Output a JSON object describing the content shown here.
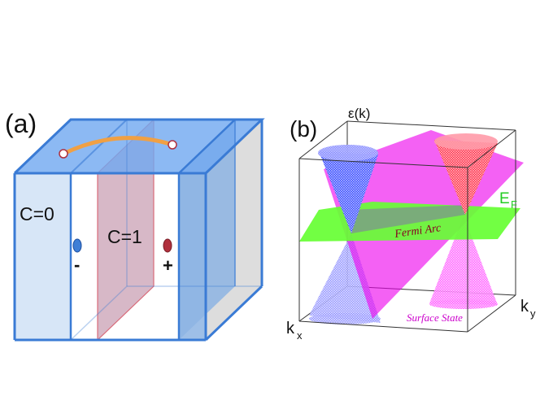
{
  "panel_a": {
    "label": "(a)",
    "left_plane_label": "C=0",
    "middle_plane_label": "C=1",
    "minus_sign": "-",
    "plus_sign": "+",
    "colors": {
      "box_edge": "#3a7bd5",
      "top_face": "#6fa8f0",
      "left_plane": "#d3e3f6",
      "middle_plane": "#c9a0b4",
      "right_plane": "#8db4e3",
      "back_face": "#d9d9d9",
      "arc": "#f0a044",
      "minus_dot": "#3f7fd6",
      "plus_dot": "#b0303d"
    }
  },
  "panel_b": {
    "label": "(b)",
    "energy_axis_label": "ε(k)",
    "fermi_level_label": "E",
    "fermi_level_subscript": "F",
    "fermi_arc_label": "Fermi Arc",
    "surface_state_label": "Surface State",
    "kx_label": "k",
    "kx_subscript": "x",
    "ky_label": "k",
    "ky_subscript": "y",
    "colors": {
      "surface_state": "#ee00ee",
      "fermi_plane": "#66ff33",
      "left_cone": "#1a2fff",
      "right_cone": "#ff1a3a",
      "fermi_arc_text": "#880022",
      "surface_state_text": "#cc00cc"
    }
  }
}
